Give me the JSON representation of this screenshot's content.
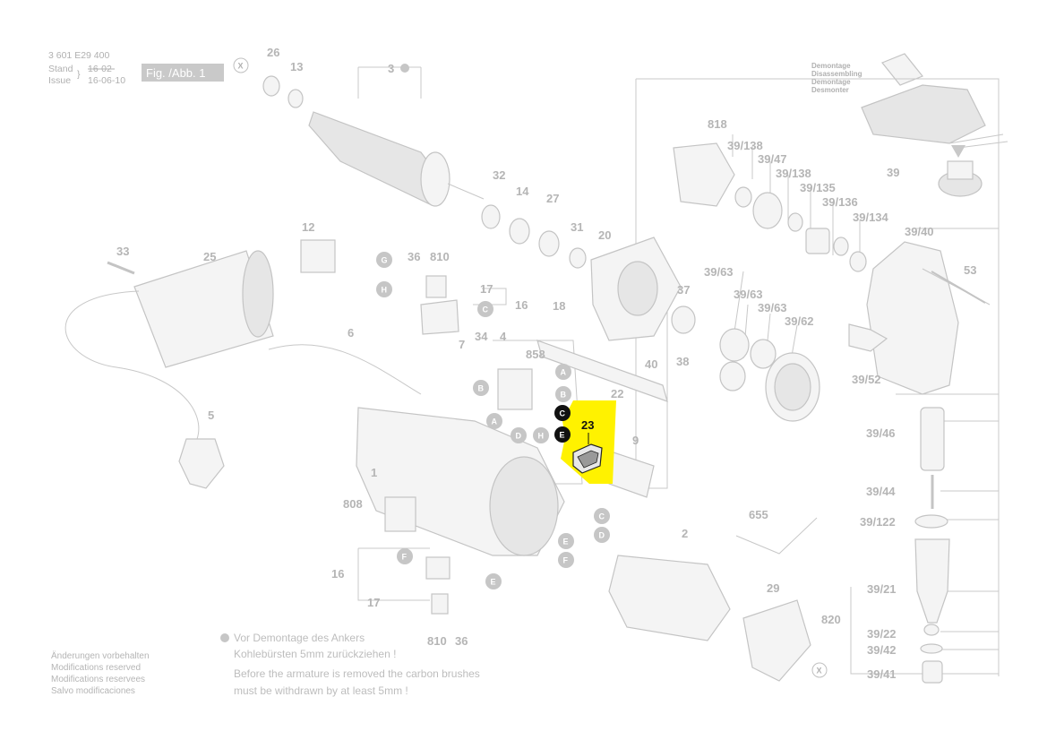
{
  "header": {
    "part_number": "3 601 E29 400",
    "stand_label": "Stand",
    "stand_old": "16-02",
    "issue_label": "Issue",
    "issue_date": "16-06-10",
    "figure": "Fig. /Abb. 1"
  },
  "disassembly_labels": [
    "Demontage",
    "Disassembling",
    "Demontage",
    "Desmonter"
  ],
  "markers": {
    "x": "X",
    "a": "A",
    "b": "B",
    "c": "C",
    "d": "D",
    "e": "E",
    "f": "F",
    "g": "G",
    "h": "H"
  },
  "highlighted_part": "23",
  "part_labels": {
    "p26": "26",
    "p13": "13",
    "p3": "3",
    "p32": "32",
    "p14": "14",
    "p27": "27",
    "p31": "31",
    "p20": "20",
    "p12": "12",
    "p33": "33",
    "p25": "25",
    "p36": "36",
    "p810": "810",
    "p17": "17",
    "p16": "16",
    "p37": "37",
    "p18": "18",
    "p6": "6",
    "p7": "7",
    "p34": "34",
    "p4": "4",
    "p858": "858",
    "p40": "40",
    "p38": "38",
    "p22": "22",
    "p5": "5",
    "p9": "9",
    "p1": "1",
    "p808": "808",
    "p655": "655",
    "p2": "2",
    "p29": "29",
    "p16b": "16",
    "p17b": "17",
    "p810b": "810",
    "p36b": "36",
    "p818": "818",
    "p39_138a": "39/138",
    "p39_47": "39/47",
    "p39_138b": "39/138",
    "p39_135": "39/135",
    "p39_136": "39/136",
    "p39_134": "39/134",
    "p39": "39",
    "p39_40": "39/40",
    "p53": "53",
    "p39_63a": "39/63",
    "p39_63b": "39/63",
    "p39_63c": "39/63",
    "p39_62": "39/62",
    "p39_52": "39/52",
    "p39_46": "39/46",
    "p39_44": "39/44",
    "p39_122": "39/122",
    "p39_21": "39/21",
    "p820": "820",
    "p39_22": "39/22",
    "p39_42": "39/42",
    "p39_41": "39/41"
  },
  "notes": {
    "de_line1": "Vor Demontage des Ankers",
    "de_line2": "Kohlebürsten 5mm zurückziehen !",
    "en_line1": "Before the armature is removed the carbon brushes",
    "en_line2": "must be withdrawn by at least 5mm !"
  },
  "footer": [
    "Änderungen vorbehalten",
    "Modifications reserved",
    "Modifications reservees",
    "Salvo modificaciones"
  ],
  "colors": {
    "highlight": "#fff200",
    "marker": "#c6c6c6",
    "line": "#c8c8c8"
  }
}
